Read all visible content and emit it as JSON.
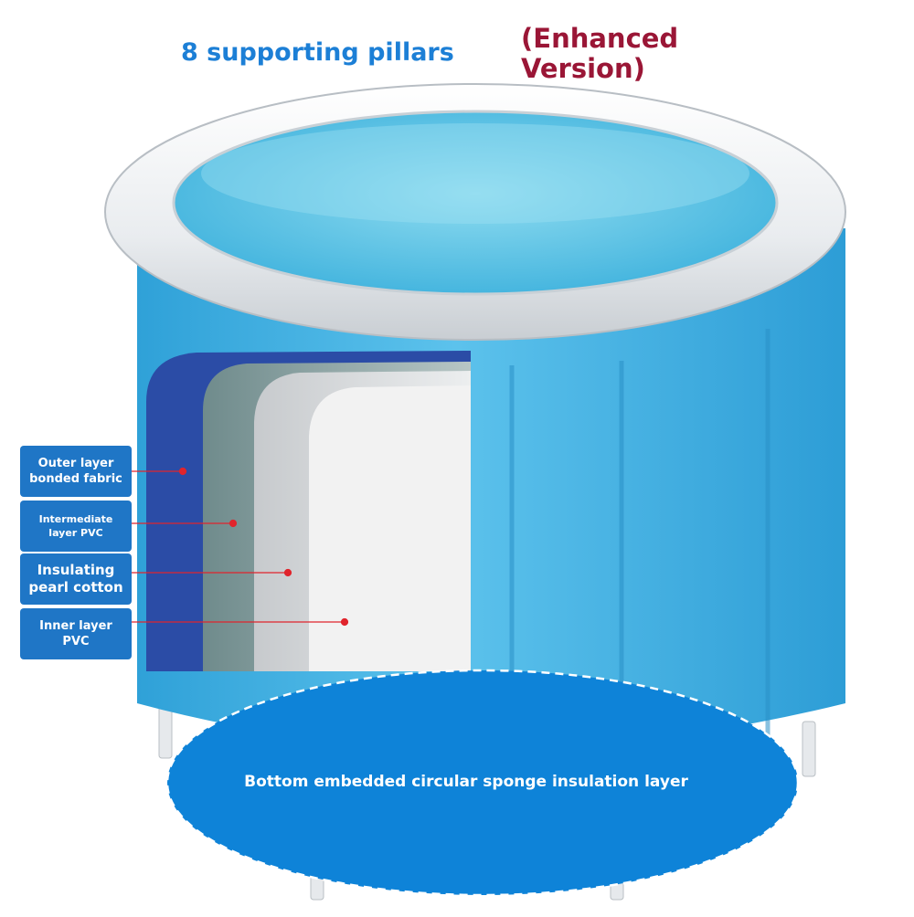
{
  "headline": "8 supporting pillars",
  "badge": "(Enhanced Version)",
  "layers": [
    {
      "label": "Outer layer bonded fabric"
    },
    {
      "label": "Intermediate layer PVC"
    },
    {
      "label": "Insulating pearl cotton"
    },
    {
      "label": "Inner layer PVC"
    }
  ],
  "bottom_caption": "Bottom embedded circular sponge insulation layer",
  "colors": {
    "headline": "#1c7fd6",
    "badge": "#9a1636",
    "label_bg": "#1f76c6",
    "tub_body": "#3fb0e3",
    "water": "#5fc6e6",
    "rim": "#eef0f2",
    "outer_fabric": "#2b4ca6",
    "intermediate_pvc": "#8fa6a6",
    "pearl_cotton": "#d9dbde",
    "inner_pvc": "#f2f2f2",
    "bottom_disk": "#0e83d8",
    "pointer": "#e0242c"
  }
}
